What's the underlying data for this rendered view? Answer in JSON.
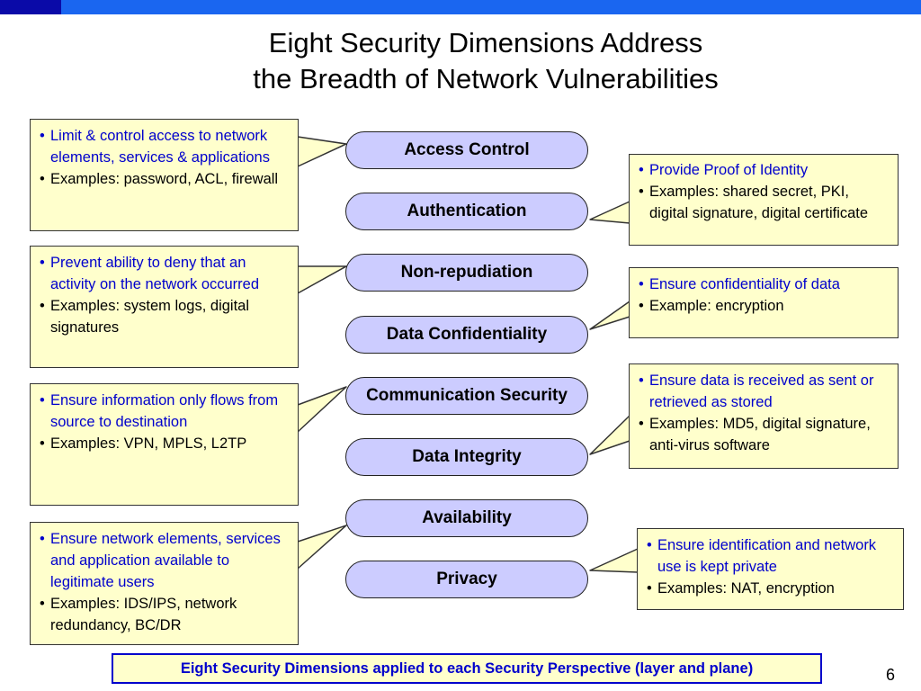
{
  "slide": {
    "title_line1": "Eight Security Dimensions Address",
    "title_line2": "the Breadth of Network Vulnerabilities",
    "footer": "Eight Security Dimensions applied to each Security Perspective (layer and plane)",
    "page_number": "6"
  },
  "dimensions": [
    {
      "label": "Access Control"
    },
    {
      "label": "Authentication"
    },
    {
      "label": "Non-repudiation"
    },
    {
      "label": "Data Confidentiality"
    },
    {
      "label": "Communication Security"
    },
    {
      "label": "Data Integrity"
    },
    {
      "label": "Availability"
    },
    {
      "label": "Privacy"
    }
  ],
  "left_notes": [
    {
      "point": "Limit & control access to network elements, services & applications",
      "examples": "Examples:  password, ACL, firewall"
    },
    {
      "point": "Prevent ability to deny that an activity on the network occurred",
      "examples": "Examples:  system logs, digital signatures"
    },
    {
      "point": "Ensure information only flows from source to destination",
      "examples": "Examples:  VPN, MPLS, L2TP"
    },
    {
      "point": "Ensure network elements, services and application available to legitimate users",
      "examples": "Examples:  IDS/IPS, network redundancy, BC/DR"
    }
  ],
  "right_notes": [
    {
      "point": "Provide Proof of Identity",
      "examples": "Examples:  shared secret, PKI, digital signature, digital certificate"
    },
    {
      "point": "Ensure confidentiality of data",
      "examples": "Example:  encryption"
    },
    {
      "point": "Ensure data is received as sent or retrieved as stored",
      "examples": "Examples:  MD5, digital signature, anti-virus software"
    },
    {
      "point": "Ensure identification and network use is kept private",
      "examples": "Examples:  NAT, encryption"
    }
  ],
  "colors": {
    "top_bar": "#1a66f0",
    "top_bar_corner": "#0a0aa8",
    "pill_fill": "#ccccff",
    "note_fill": "#ffffcc",
    "blue_text": "#0000cc"
  }
}
